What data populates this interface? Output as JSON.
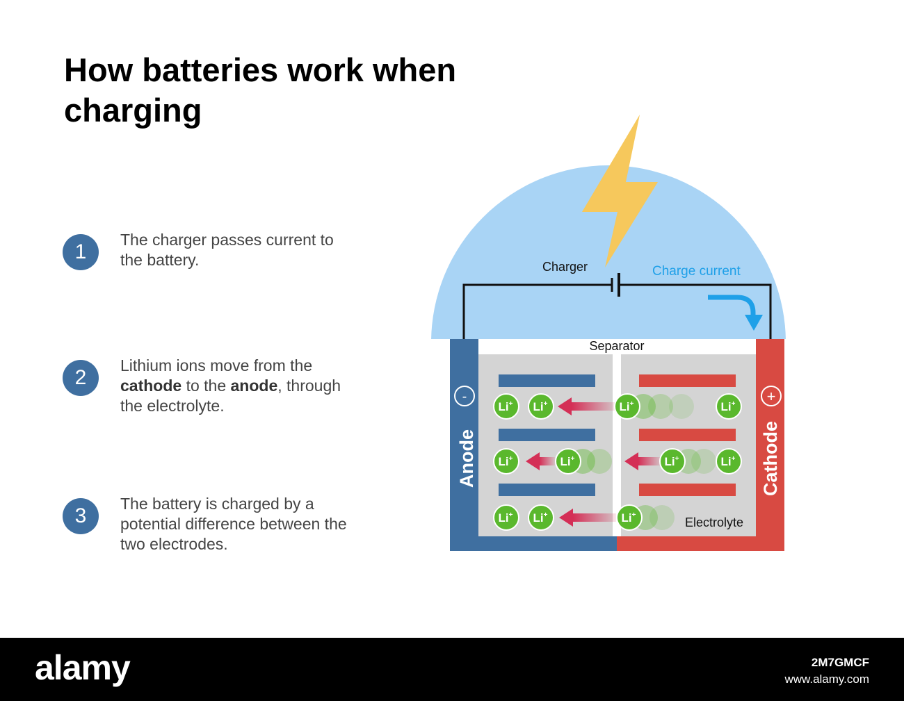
{
  "title": "How batteries work when charging",
  "steps": [
    {
      "number": "1",
      "parts": [
        "The charger passes current to the battery."
      ]
    },
    {
      "number": "2",
      "parts": [
        "Lithium ions move from the ",
        "cathode",
        " to the ",
        "anode",
        ", through the electrolyte."
      ]
    },
    {
      "number": "3",
      "parts": [
        "The battery is charged by a potential difference between the two electrodes."
      ]
    }
  ],
  "diagram": {
    "charger_label": "Charger",
    "charge_current_label": "Charge current",
    "separator_label": "Separator",
    "electrolyte_label": "Electrolyte",
    "anode_label": "Anode",
    "cathode_label": "Cathode",
    "anode_sign": "-",
    "cathode_sign": "+",
    "ion_label": "Li",
    "ion_charge": "+"
  },
  "colors": {
    "anode": "#3f6fa0",
    "cathode": "#d84a42",
    "ion": "#5ab82d",
    "arrow": "#d42f56",
    "current": "#1fa0e8",
    "circle": "#a9d4f5",
    "bolt": "#f6c85c"
  },
  "footer": {
    "logo": "alamy",
    "image_id": "2M7GMCF",
    "site": "www.alamy.com"
  }
}
